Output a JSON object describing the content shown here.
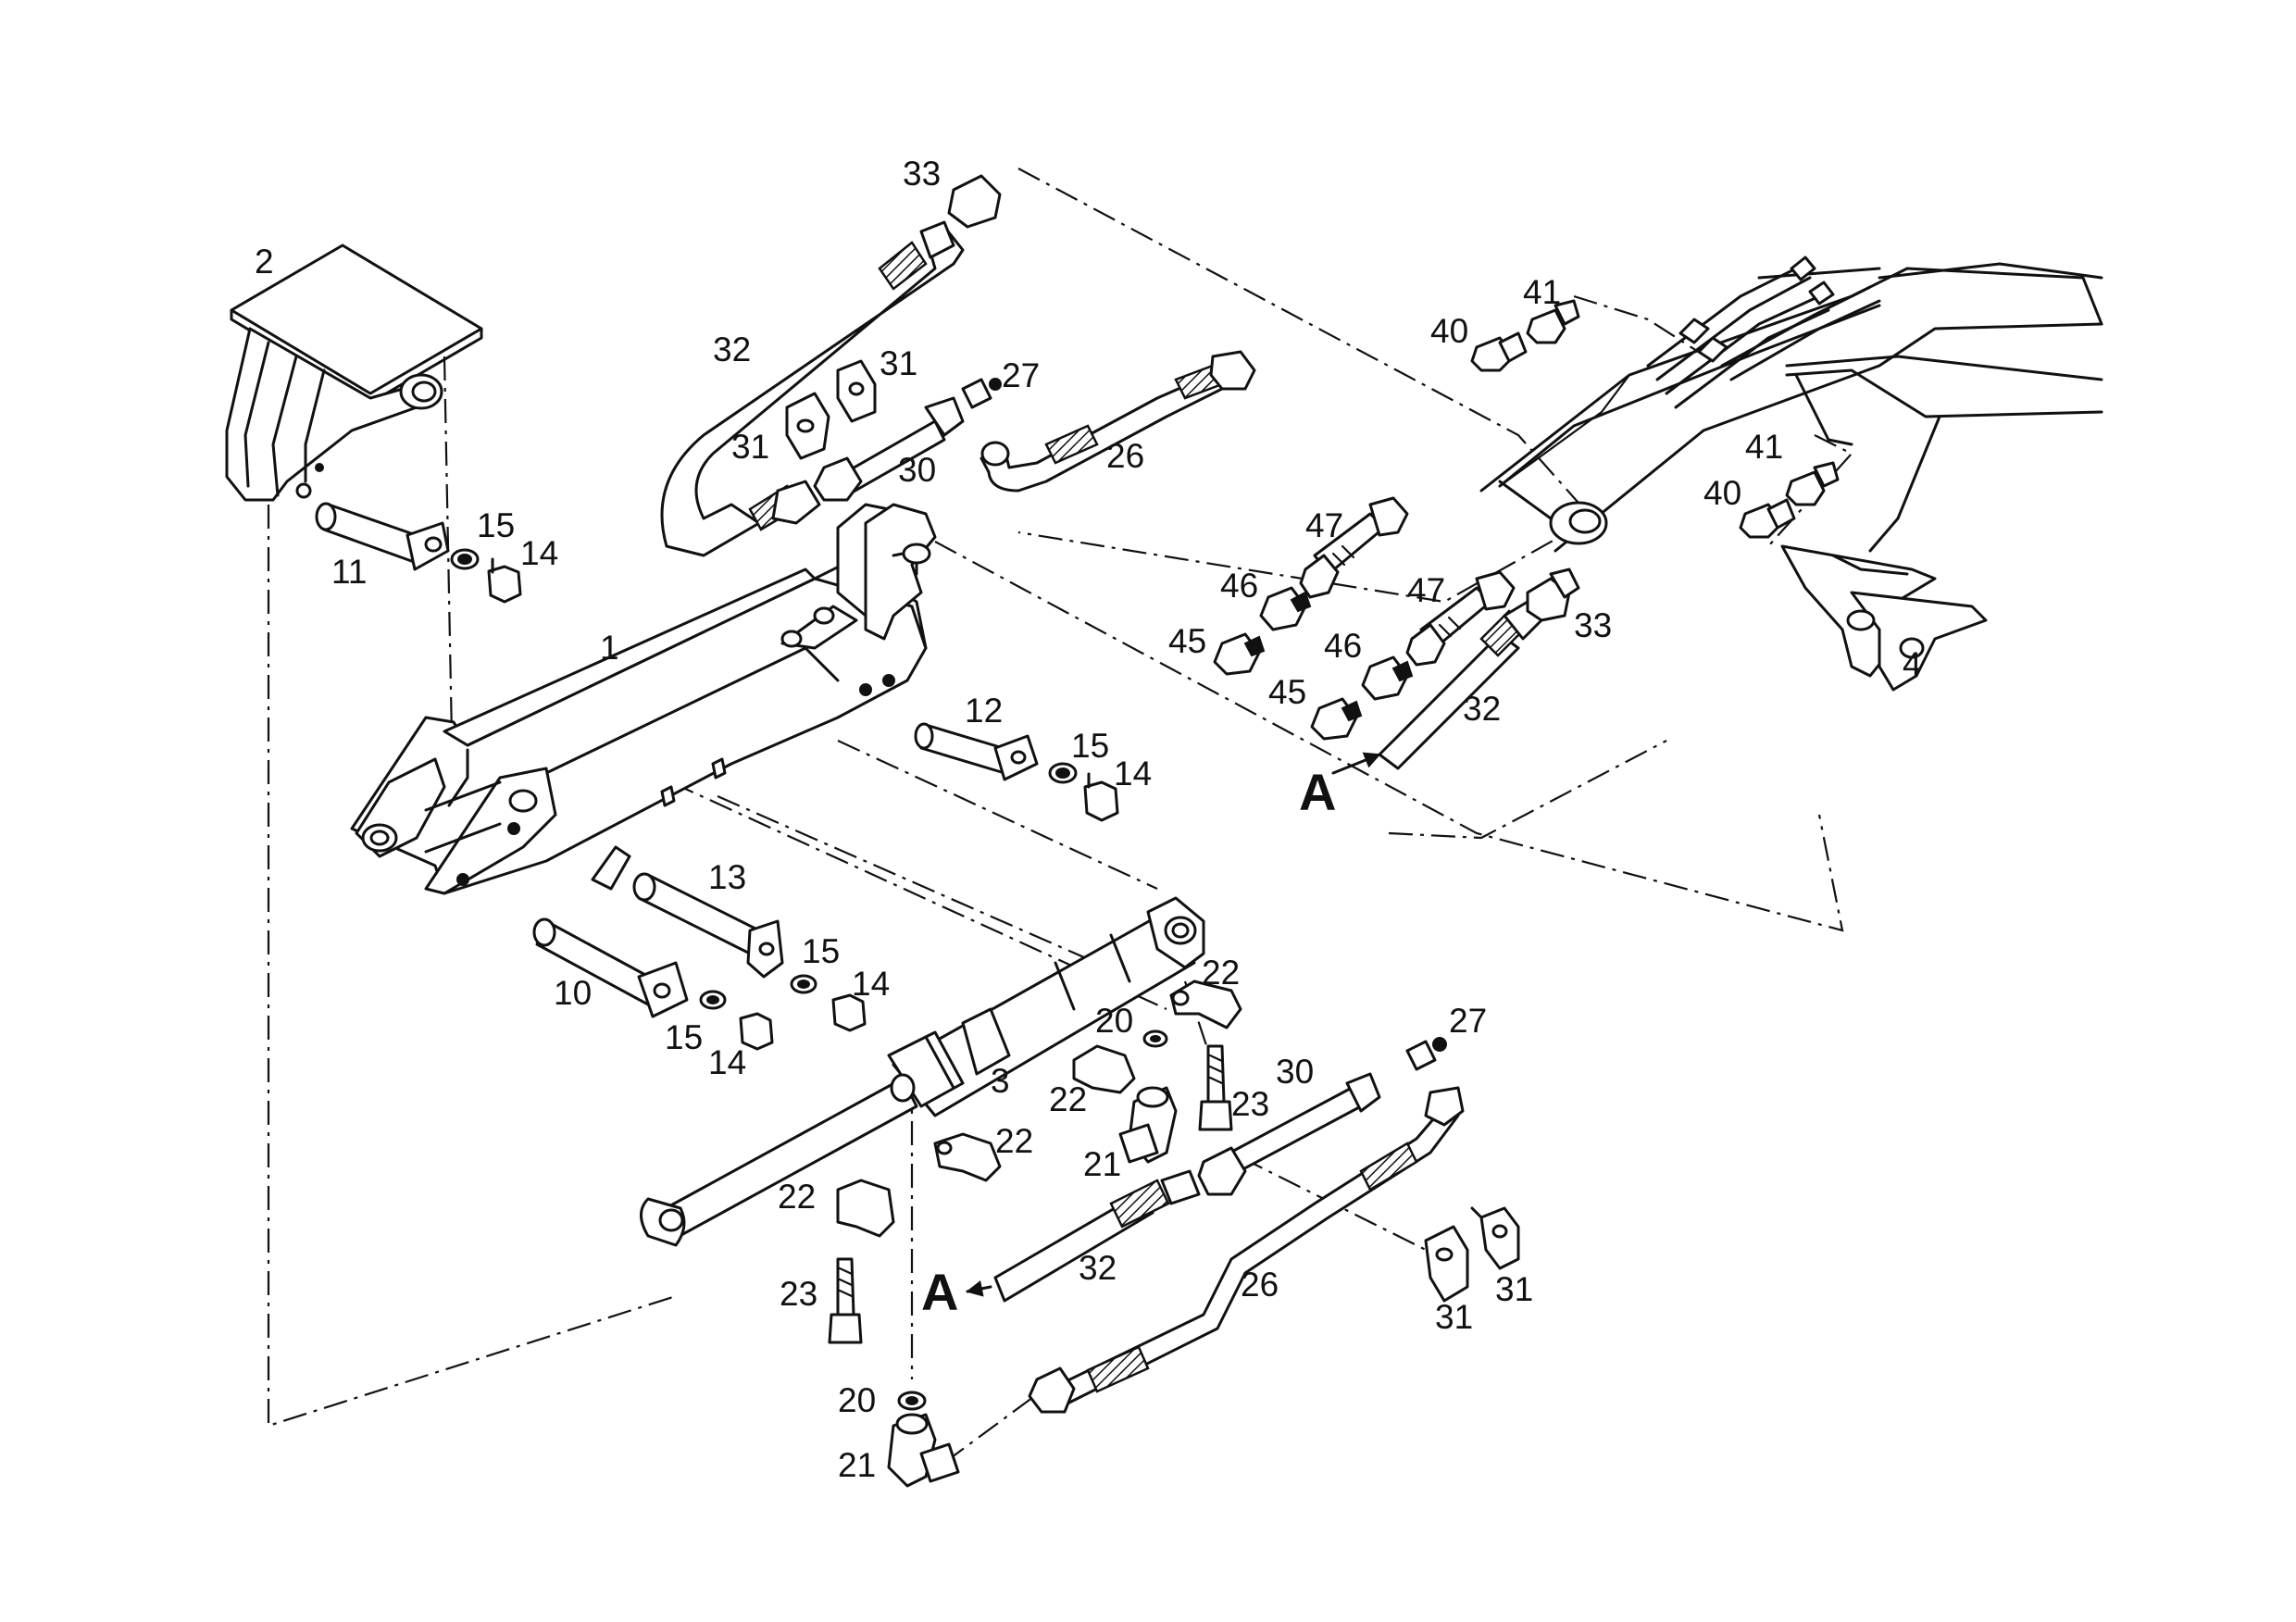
{
  "callouts": {
    "c1": "1",
    "c2": "2",
    "c3": "3",
    "c4": "4",
    "c10": "10",
    "c11": "11",
    "c12": "12",
    "c13": "13",
    "c14a": "14",
    "c14b": "14",
    "c14c": "14",
    "c14d": "14",
    "c15a": "15",
    "c15b": "15",
    "c15c": "15",
    "c15d": "15",
    "c20a": "20",
    "c20b": "20",
    "c21a": "21",
    "c21b": "21",
    "c22a": "22",
    "c22b": "22",
    "c22c": "22",
    "c22d": "22",
    "c23a": "23",
    "c23b": "23",
    "c26a": "26",
    "c26b": "26",
    "c27a": "27",
    "c27b": "27",
    "c30a": "30",
    "c30b": "30",
    "c31a": "31",
    "c31b": "31",
    "c31c": "31",
    "c31d": "31",
    "c32a": "32",
    "c32b": "32",
    "c32c": "32",
    "c33a": "33",
    "c33b": "33",
    "c40a": "40",
    "c40b": "40",
    "c41a": "41",
    "c41b": "41",
    "c45a": "45",
    "c45b": "45",
    "c46a": "46",
    "c46b": "46",
    "c47a": "47",
    "c47b": "47"
  },
  "view_markers": {
    "a1": "A",
    "a2": "A"
  }
}
